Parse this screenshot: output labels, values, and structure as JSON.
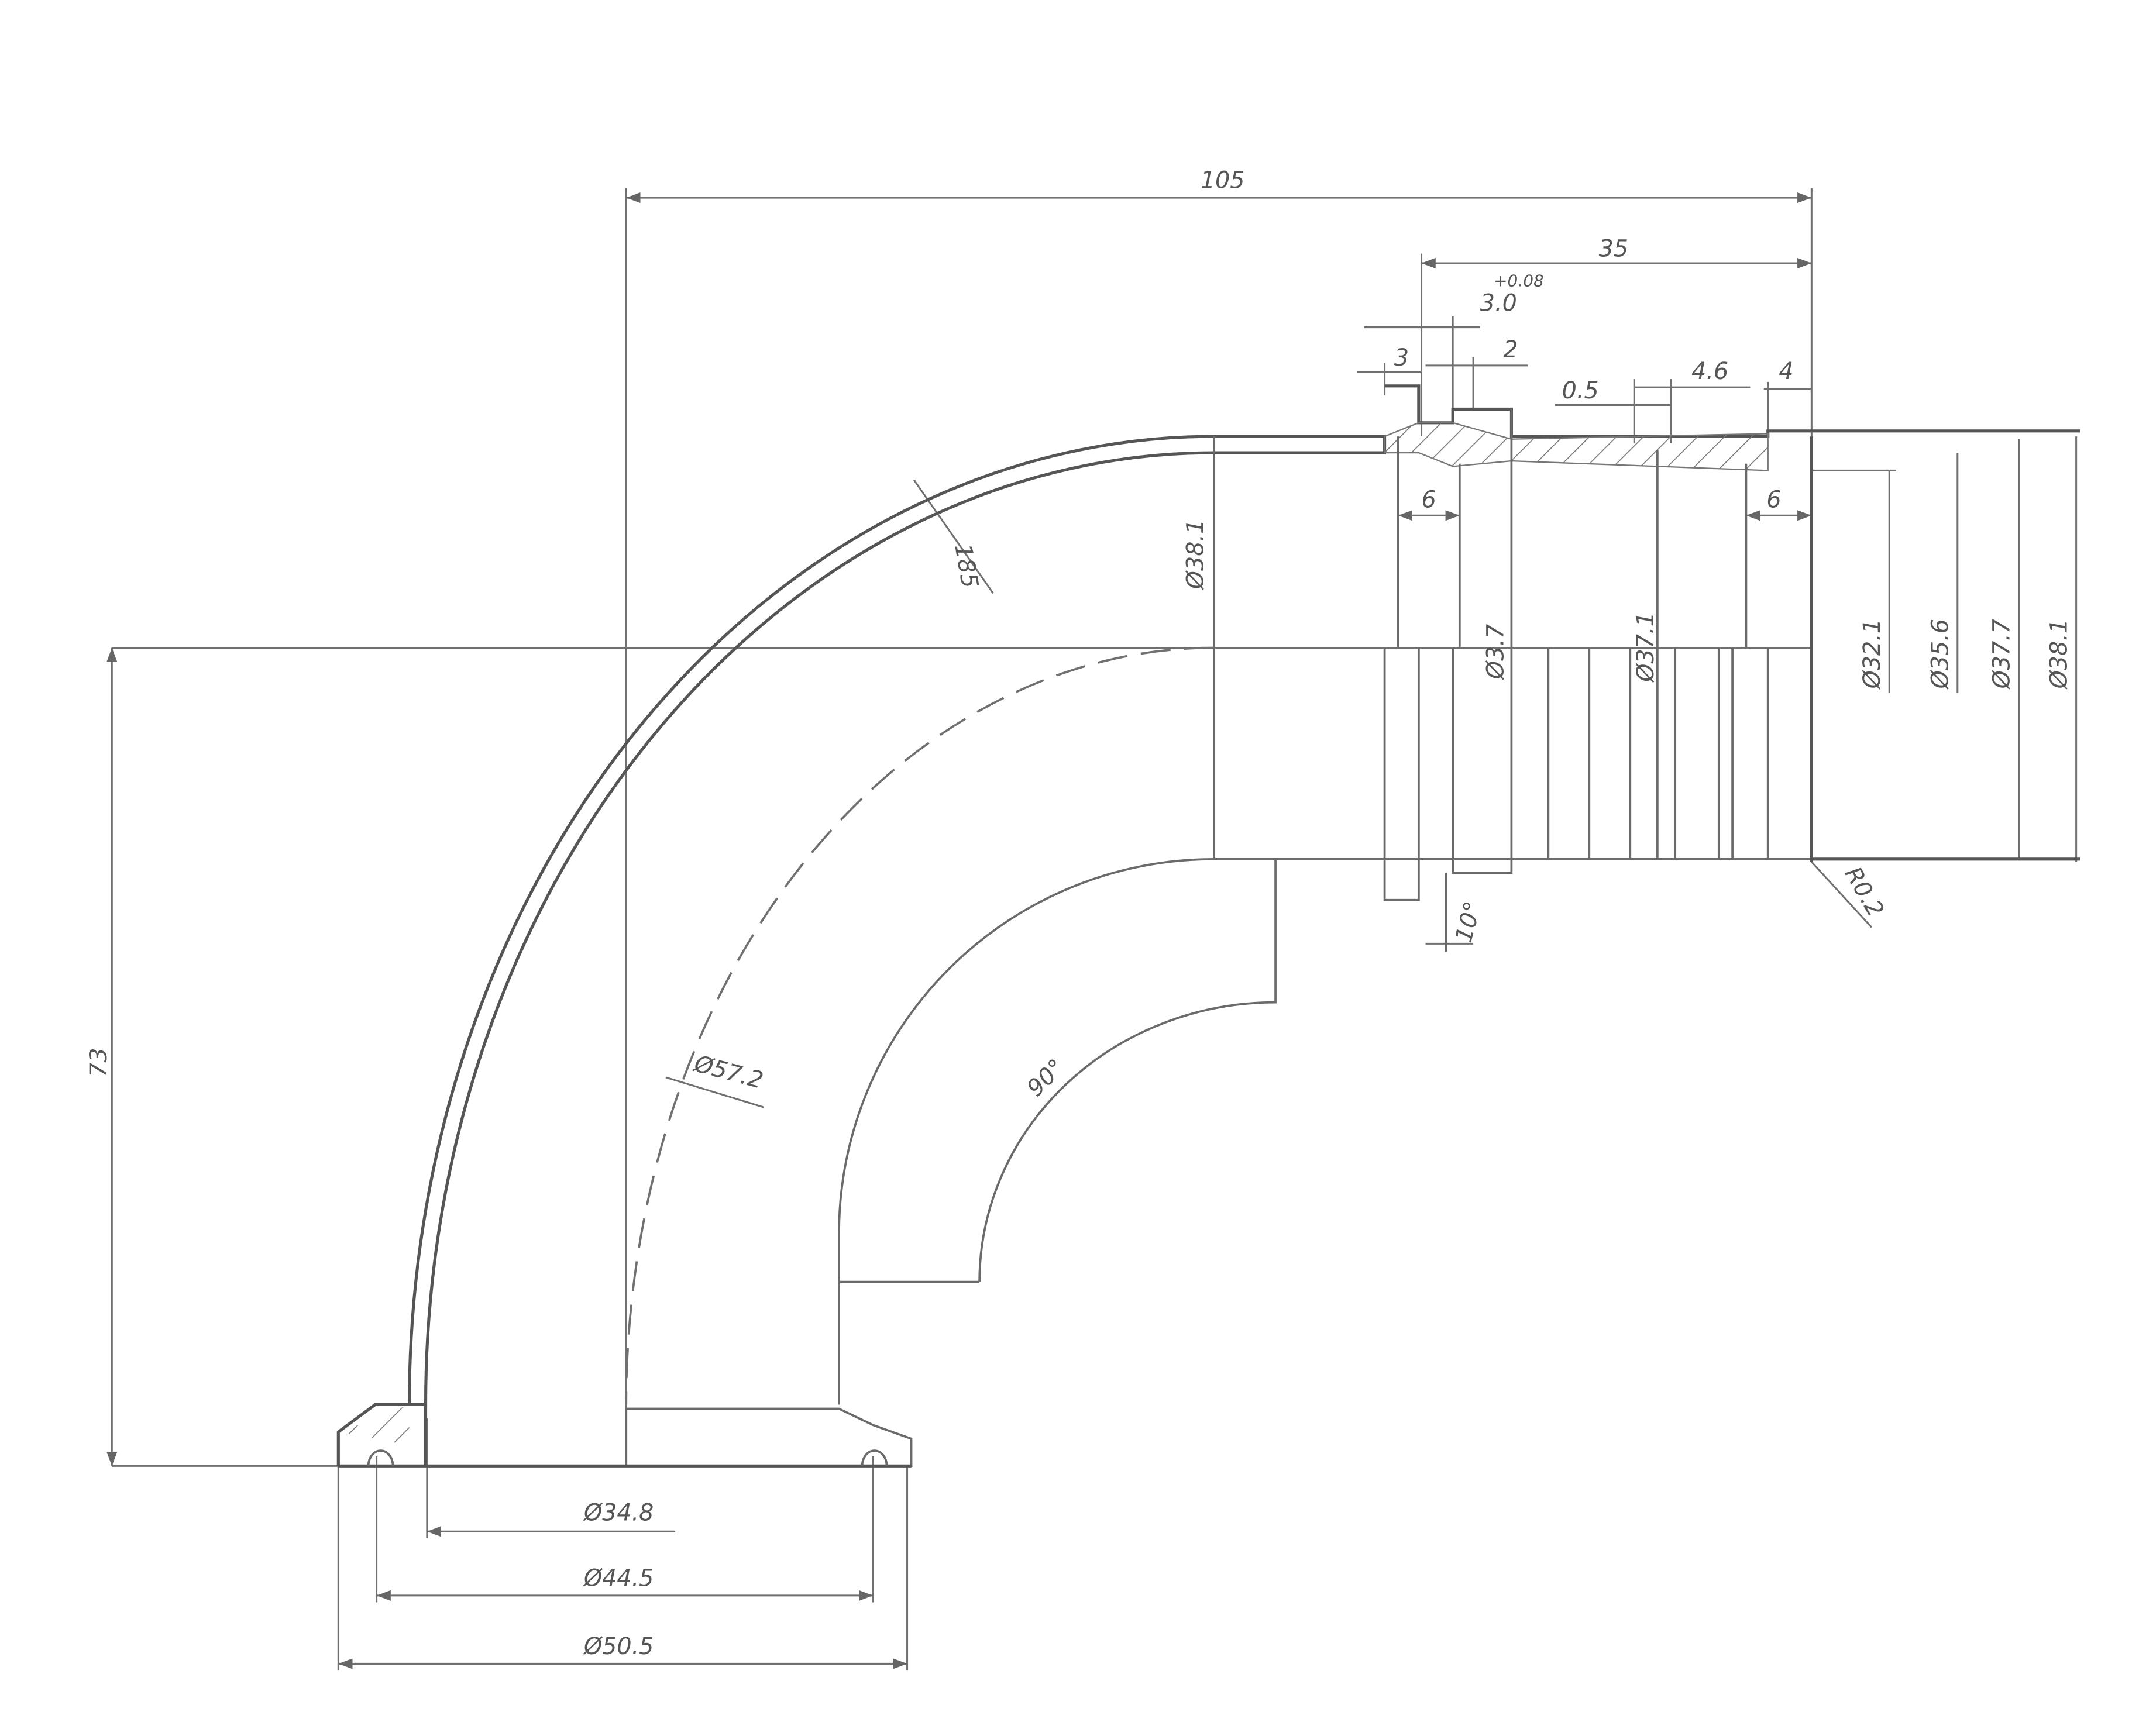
{
  "drawing": {
    "dimensions": {
      "overall_length": "105",
      "hose_end_length": "35",
      "groove_width": "3.0",
      "groove_tolerance": "+0.08",
      "collar_width": "3",
      "gap_width": "2",
      "barb_step": "0.5",
      "barb_pitch": "4.6",
      "end_land": "4",
      "land_left": "6",
      "land_right": "6",
      "wall_radius": "185",
      "outer_dia_left": "Ø38.1",
      "dia_groove": "Ø3.7",
      "dia_barb": "Ø37.1",
      "dia_bore": "Ø32.1",
      "dia_barb_root": "Ø35.6",
      "dia_barb_tip": "Ø37.7",
      "dia_outer_right": "Ø38.1",
      "edge_radius": "R0.2",
      "chamfer_angle": "10°",
      "bend_dia": "Ø57.2",
      "bend_angle": "90°",
      "height": "73",
      "flange_inner": "Ø34.8",
      "flange_mid": "Ø44.5",
      "flange_outer": "Ø50.5"
    }
  }
}
